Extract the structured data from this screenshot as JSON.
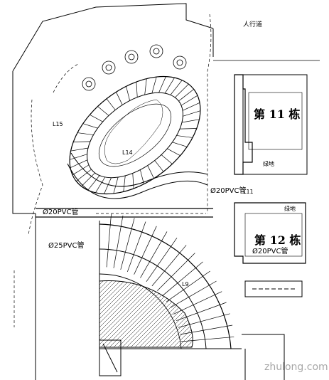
{
  "buildings": {
    "b11_label": "第 11 栋",
    "b12_label": "第 12 栋"
  },
  "labels": {
    "pedestrian_road": "人行道",
    "pvc20_left": "Ø20PVC管",
    "pvc20_mid": "Ø20PVC管",
    "pvc20_b12": "Ø20PVC管",
    "pvc25": "Ø25PVC管",
    "l15": "L15",
    "l14": "L14",
    "l11": "L11",
    "l9": "L9",
    "green_11": "绿地",
    "green_12": "绿地"
  },
  "watermark": "zhulong.com"
}
